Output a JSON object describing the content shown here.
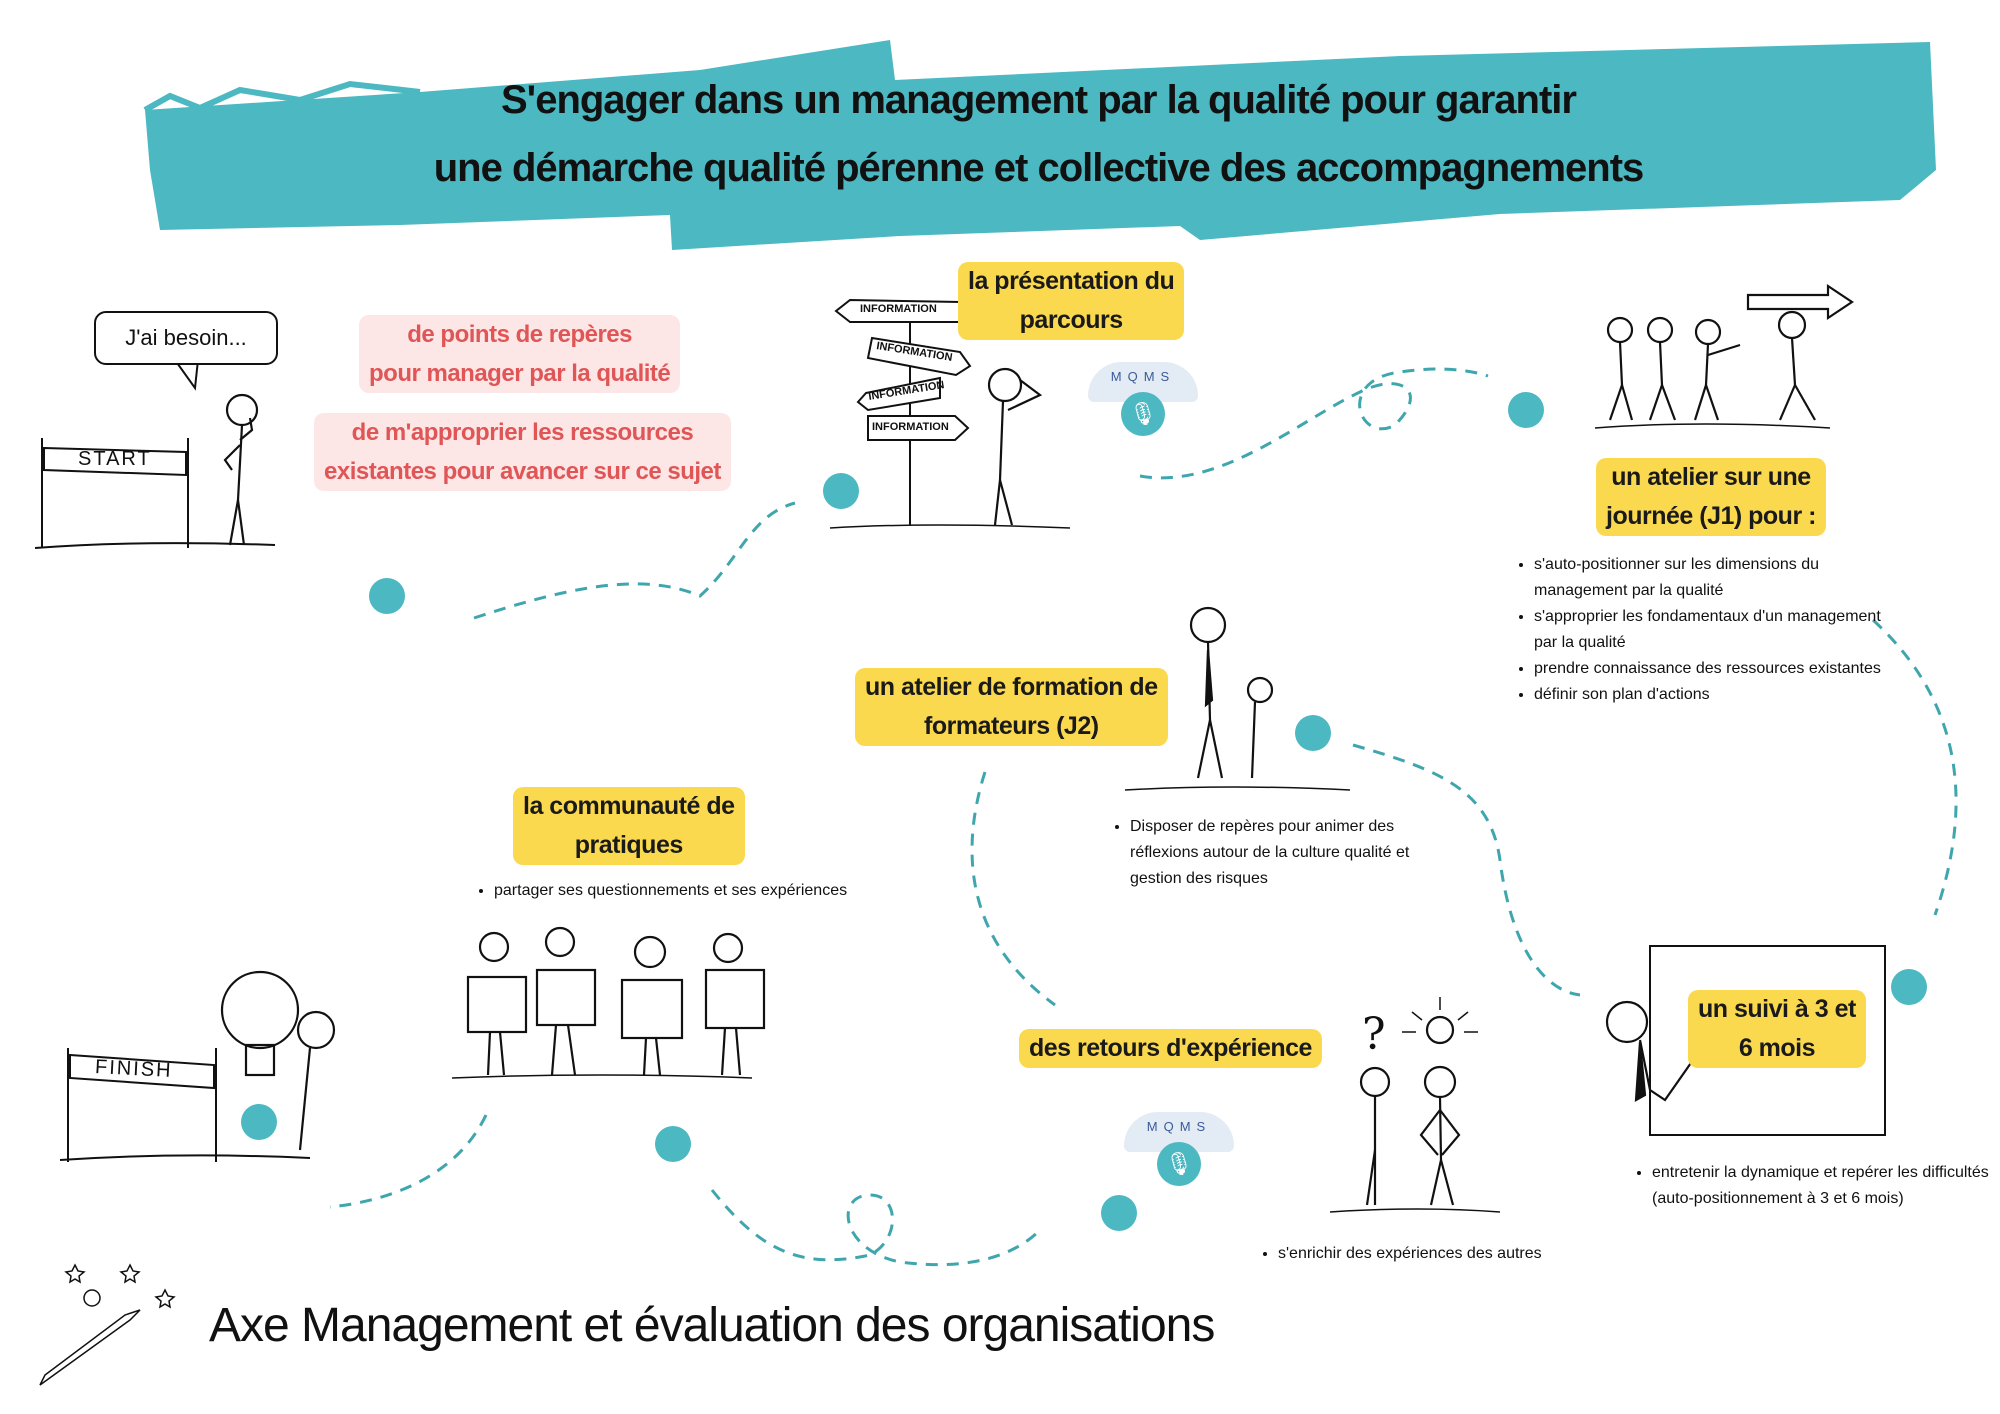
{
  "title": {
    "line1": "S'engager dans un management par la qualité pour garantir",
    "line2": "une démarche qualité pérenne et collective des accompagnements"
  },
  "start": {
    "bubble": "J'ai besoin...",
    "sign": "START"
  },
  "needs": [
    {
      "line1": "de points de repères",
      "line2": "pour manager par la qualité"
    },
    {
      "line1": "de m'approprier les ressources",
      "line2": "existantes pour avancer sur ce sujet"
    }
  ],
  "signpost": [
    "INFORMATION",
    "INFORMATION",
    "INFORMATION",
    "INFORMATION"
  ],
  "steps": {
    "presentation": {
      "line1": "la présentation du",
      "line2": "parcours"
    },
    "atelier_j1": {
      "line1": "un atelier sur une",
      "line2": "journée (J1) pour :",
      "bullets": [
        "s'auto-positionner sur les dimensions du management par la qualité",
        "s'approprier les fondamentaux d'un management par la qualité",
        "prendre connaissance des ressources existantes",
        "définir son plan d'actions"
      ]
    },
    "atelier_j2": {
      "line1": "un atelier de formation de",
      "line2": "formateurs (J2)",
      "bullets": [
        "Disposer de repères pour animer des réflexions autour de la culture qualité et gestion des risques"
      ]
    },
    "suivi": {
      "line1": "un suivi à 3 et",
      "line2": "6 mois",
      "bullets": [
        "entretenir la dynamique et repérer les difficultés (auto-positionnement à 3 et 6 mois)"
      ]
    },
    "retours": {
      "label": "des retours d'expérience",
      "bullets": [
        "s'enrichir des expériences des autres"
      ]
    },
    "communaute": {
      "line1": "la communauté de",
      "line2": "pratiques",
      "bullets": [
        "partager ses questionnements et ses expériences"
      ]
    }
  },
  "mqms_logo": "MQMS",
  "finish": {
    "sign": "FINISH"
  },
  "footer": "Axe Management et évaluation des organisations",
  "colors": {
    "teal": "#4bb8c2",
    "yellow": "#fbd94f",
    "pink_text": "#e05656",
    "pink_bg": "#fde6e6"
  }
}
